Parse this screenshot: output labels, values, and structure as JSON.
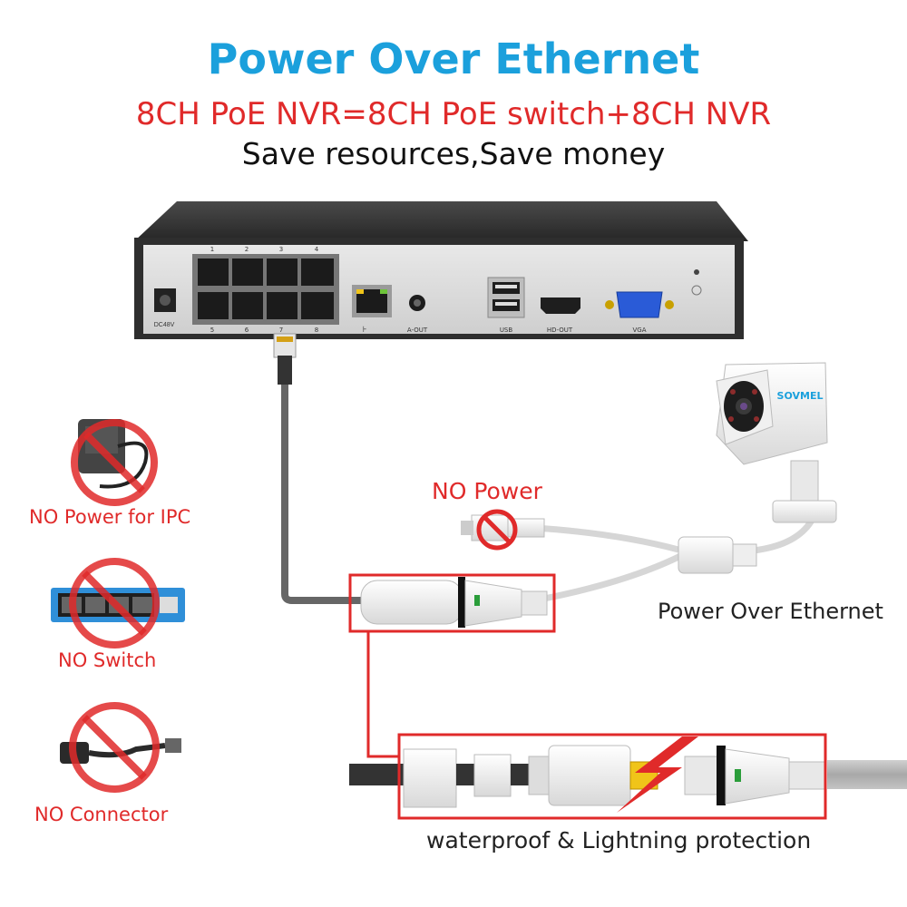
{
  "header": {
    "title": "Power Over Ethernet",
    "subtitle": "8CH PoE NVR=8CH PoE switch+8CH NVR",
    "tagline": "Save resources,Save money"
  },
  "nvr": {
    "port_numbers_top": [
      "1",
      "2",
      "3",
      "4"
    ],
    "port_numbers_bottom": [
      "5",
      "6",
      "7",
      "8"
    ],
    "dc_label": "DC48V",
    "aout_label": "A-OUT",
    "usb_label": "USB",
    "hdout_label": "HD-OUT",
    "vga_label": "VGA"
  },
  "camera": {
    "brand": "SOVMEL"
  },
  "labels": {
    "no_power": "NO Power",
    "poe_caption": "Power Over Ethernet",
    "waterproof_caption": "waterproof & Lightning protection"
  },
  "side_items": [
    {
      "label": "NO Power for IPC",
      "icon": "power-adapter-icon"
    },
    {
      "label": "NO Switch",
      "icon": "network-switch-icon"
    },
    {
      "label": "NO Connector",
      "icon": "poe-connector-icon"
    }
  ],
  "colors": {
    "title_blue": "#1ba0dc",
    "accent_red": "#e02a2a"
  }
}
